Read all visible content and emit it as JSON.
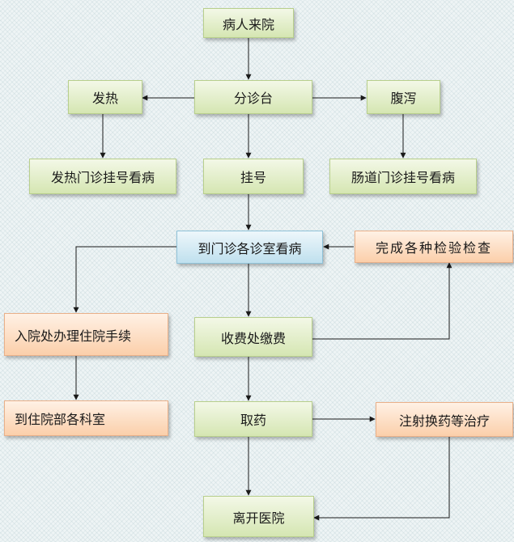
{
  "flowchart": {
    "nodes": {
      "arrive": "病人来院",
      "triage": "分诊台",
      "fever": "发热",
      "diarrhea": "腹泻",
      "fever_clinic": "发热门诊挂号看病",
      "register": "挂号",
      "gut_clinic": "肠道门诊挂号看病",
      "consult": "到门诊各诊室看病",
      "tests": "完成各种检验检查",
      "admission": "入院处办理住院手续",
      "payment": "收费处缴费",
      "ward": "到住院部各科室",
      "pharmacy": "取药",
      "treatment": "注射换药等治疗",
      "leave": "离开医院"
    },
    "colors": {
      "green_fill": "#d5e6b2",
      "orange_fill": "#fbcfaa",
      "blue_fill": "#bfe0ee",
      "line": "#1a1a1a",
      "background": "#eef4f5"
    }
  }
}
